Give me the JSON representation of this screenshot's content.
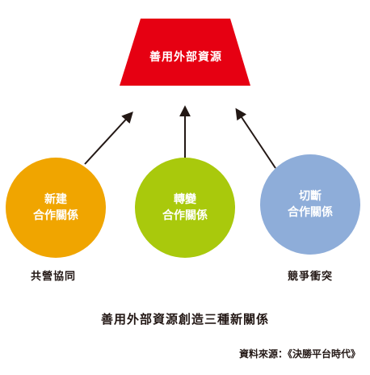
{
  "diagram": {
    "top": {
      "label": "善用外部資源",
      "color": "#e60012"
    },
    "circles": [
      {
        "line1": "新建",
        "line2": "合作關係",
        "color": "#f0a500"
      },
      {
        "line1": "轉變",
        "line2": "合作關係",
        "color": "#a9c90c"
      },
      {
        "line1": "切斷",
        "line2": "合作關係",
        "color": "#8eadd9"
      }
    ],
    "side_labels": {
      "left": "共營協同",
      "right": "競爭衝突"
    },
    "arrow_color": "#231815"
  },
  "caption": "善用外部資源創造三種新關係",
  "source": "資料來源：《決勝平台時代》"
}
